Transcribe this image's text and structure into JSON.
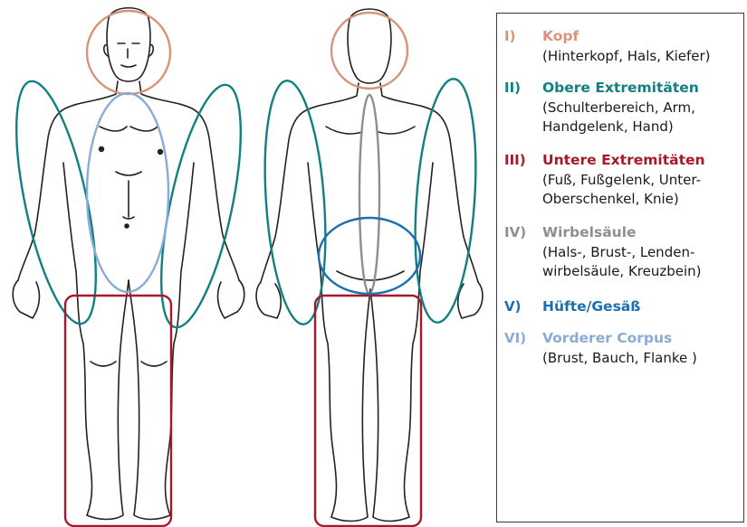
{
  "legend": {
    "items": [
      {
        "num": "I)",
        "title": "Kopf",
        "color": "#d9937a",
        "lines": [
          "(Hinterkopf, Hals, Kiefer)"
        ]
      },
      {
        "num": "II)",
        "title": "Obere Extremitäten",
        "color": "#127f82",
        "lines": [
          "(Schulterbereich, Arm,",
          "Handgelenk, Hand)"
        ]
      },
      {
        "num": "III)",
        "title": "Untere Extremitäten",
        "color": "#a8182a",
        "lines": [
          "(Fuß, Fußgelenk, Unter-",
          "Oberschenkel, Knie)"
        ]
      },
      {
        "num": "IV)",
        "title": "Wirbelsäule",
        "color": "#8e8e8e",
        "lines": [
          "(Hals-, Brust-, Lenden-",
          "wirbelsäule, Kreuzbein)"
        ]
      },
      {
        "num": "V)",
        "title": "Hüfte/Gesäß",
        "color": "#1a6fb0",
        "lines": []
      },
      {
        "num": "VI)",
        "title": "Vorderer Corpus",
        "color": "#89acd6",
        "lines": [
          "(Brust, Bauch, Flanke )"
        ]
      }
    ]
  }
}
